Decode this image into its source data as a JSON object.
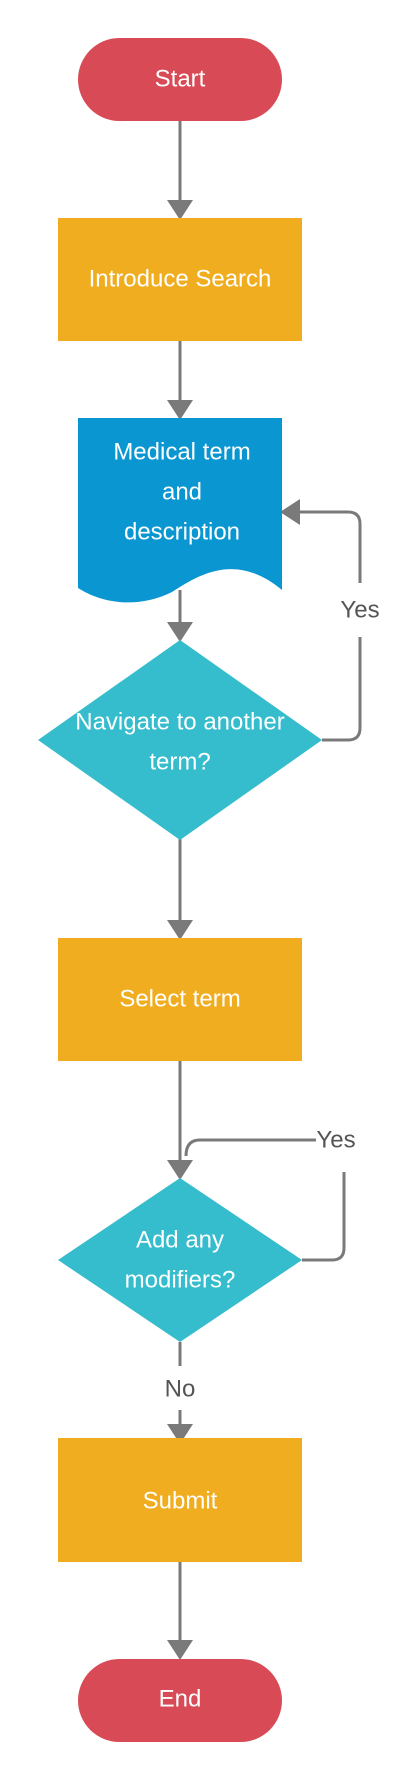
{
  "colors": {
    "terminal": "#d84a55",
    "process": "#f0ad1f",
    "document": "#0a96d0",
    "decision": "#35bccd",
    "connector": "#7a7a7a"
  },
  "nodes": {
    "start": {
      "label": "Start"
    },
    "introduce_search": {
      "label": "Introduce Search"
    },
    "medical_term": {
      "lines": [
        "Medical term",
        "and",
        "description"
      ]
    },
    "navigate_decision": {
      "lines": [
        "Navigate to another",
        "term?"
      ]
    },
    "select_term": {
      "label": "Select term"
    },
    "modifiers_decision": {
      "lines": [
        "Add any",
        "modifiers?"
      ]
    },
    "submit": {
      "label": "Submit"
    },
    "end": {
      "label": "End"
    }
  },
  "edges": {
    "navigate_yes": "Yes",
    "modifiers_yes": "Yes",
    "modifiers_no": "No"
  }
}
